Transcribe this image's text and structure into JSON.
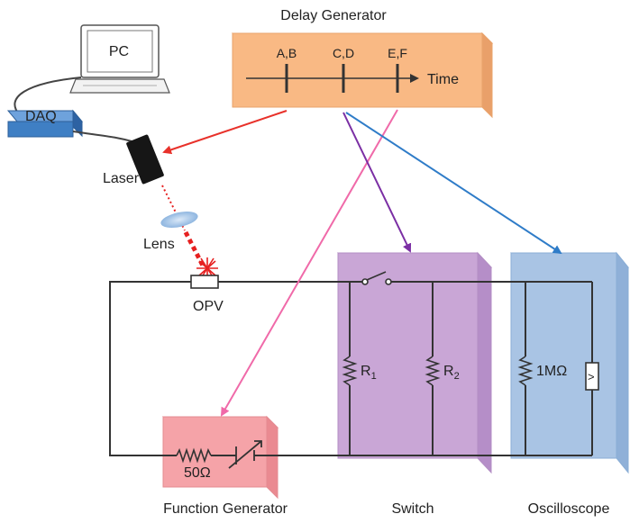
{
  "labels": {
    "delay_generator": "Delay Generator",
    "pc": "PC",
    "daq": "DAQ",
    "laser": "Laser",
    "lens": "Lens",
    "opv": "OPV",
    "function_generator": "Function Generator",
    "switch": "Switch",
    "oscilloscope": "Oscilloscope",
    "time": "Time",
    "tick_ab": "A,B",
    "tick_cd": "C,D",
    "tick_ef": "E,F",
    "r1_letter": "R",
    "r1_sub": "1",
    "r2_letter": "R",
    "r2_sub": "2",
    "r_scope": "1MΩ",
    "r_fg": "50Ω",
    "meter_symbol": ">"
  },
  "colors": {
    "delay_box": "#f9b984",
    "switch_box": "#c9a6d6",
    "scope_box": "#a9c4e4",
    "fg_box": "#f5a3a8",
    "daq_box": "#3f7fc4",
    "arrow_laser": "#e8312a",
    "arrow_fg": "#f06aa9",
    "arrow_switch": "#7b2fa4",
    "arrow_scope": "#2f7cc8",
    "beam": "#e62020",
    "lens": "#a8c8ea",
    "wire": "#333333"
  }
}
